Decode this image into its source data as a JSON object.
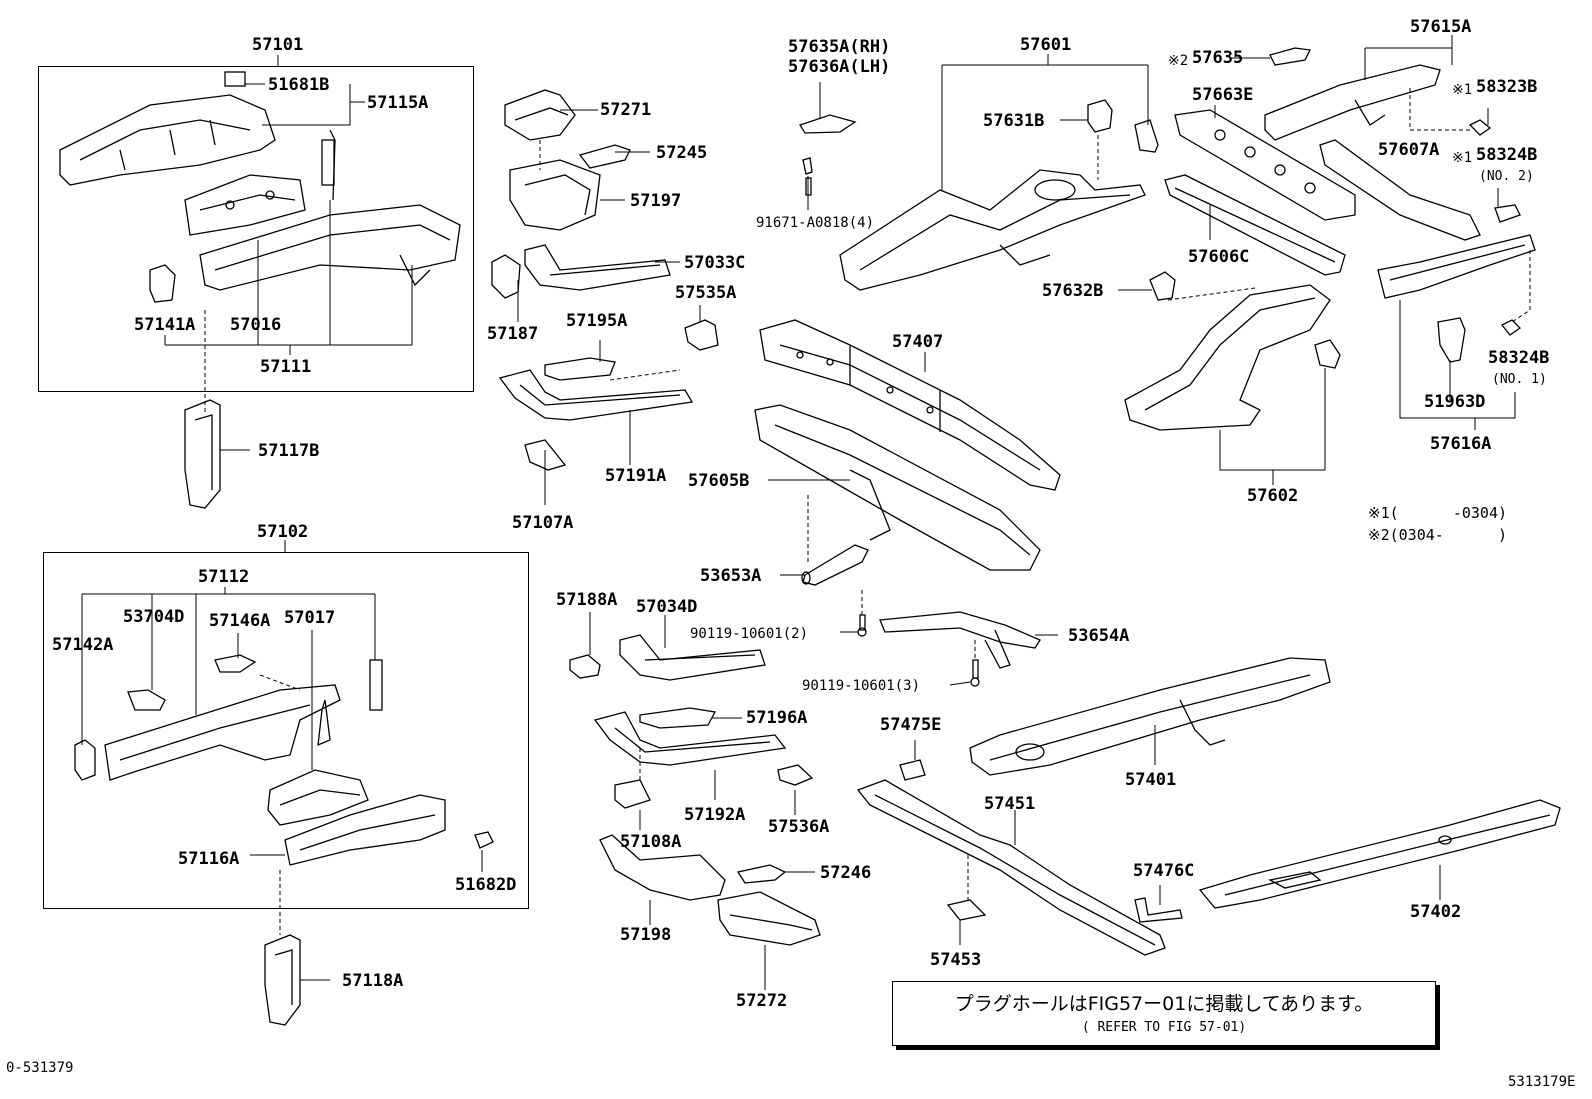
{
  "groups": {
    "g57101": "57101",
    "g57102": "57102",
    "g57112": "57112",
    "g57111": "57111",
    "g57601": "57601",
    "g57615A": "57615A",
    "g57616A": "57616A",
    "g57602": "57602"
  },
  "labels": {
    "p51681B": "51681B",
    "p57115A": "57115A",
    "p57141A": "57141A",
    "p57016": "57016",
    "p57117B": "57117B",
    "p57271": "57271",
    "p57245": "57245",
    "p57197": "57197",
    "p57033C": "57033C",
    "p57187": "57187",
    "p57535A": "57535A",
    "p57195A": "57195A",
    "p57191A": "57191A",
    "p57107A": "57107A",
    "p57635A": "57635A(RH)",
    "p57636A": "57636A(LH)",
    "p91671": "91671-A0818(4)",
    "p57631B": "57631B",
    "p57635": "57635",
    "p57663E": "57663E",
    "p58323B": "58323B",
    "p57607A": "57607A",
    "p58324B2": "58324B",
    "p58324B2_no": "(NO. 2)",
    "p57606C": "57606C",
    "p57632B": "57632B",
    "p58324B1": "58324B",
    "p58324B1_no": "(NO. 1)",
    "p51963D": "51963D",
    "p57407": "57407",
    "p57605B": "57605B",
    "p53653A": "53653A",
    "p57188A": "57188A",
    "p57034D": "57034D",
    "p90119a": "90119-10601(2)",
    "p53654A": "53654A",
    "p90119b": "90119-10601(3)",
    "p57196A": "57196A",
    "p57192A": "57192A",
    "p57536A": "57536A",
    "p57108A": "57108A",
    "p57246": "57246",
    "p57198": "57198",
    "p57272": "57272",
    "p57475E": "57475E",
    "p57451": "57451",
    "p57453": "57453",
    "p57476C": "57476C",
    "p57401": "57401",
    "p57402": "57402",
    "p57142A": "57142A",
    "p53704D": "53704D",
    "p57146A": "57146A",
    "p57017": "57017",
    "p57116A": "57116A",
    "p51682D": "51682D",
    "p57118A": "57118A"
  },
  "marks": {
    "m1": "※1",
    "m2": "※2"
  },
  "legend": {
    "row1_mark": "※1",
    "row1_text": "(      -0304)",
    "row2_mark": "※2",
    "row2_text": "(0304-      )"
  },
  "note": {
    "line1": "プラグホールはFIG57ー01に掲載してあります。",
    "line2": "( REFER TO FIG 57-01)"
  },
  "footer": {
    "left": "0-531379",
    "right": "5313179E"
  }
}
